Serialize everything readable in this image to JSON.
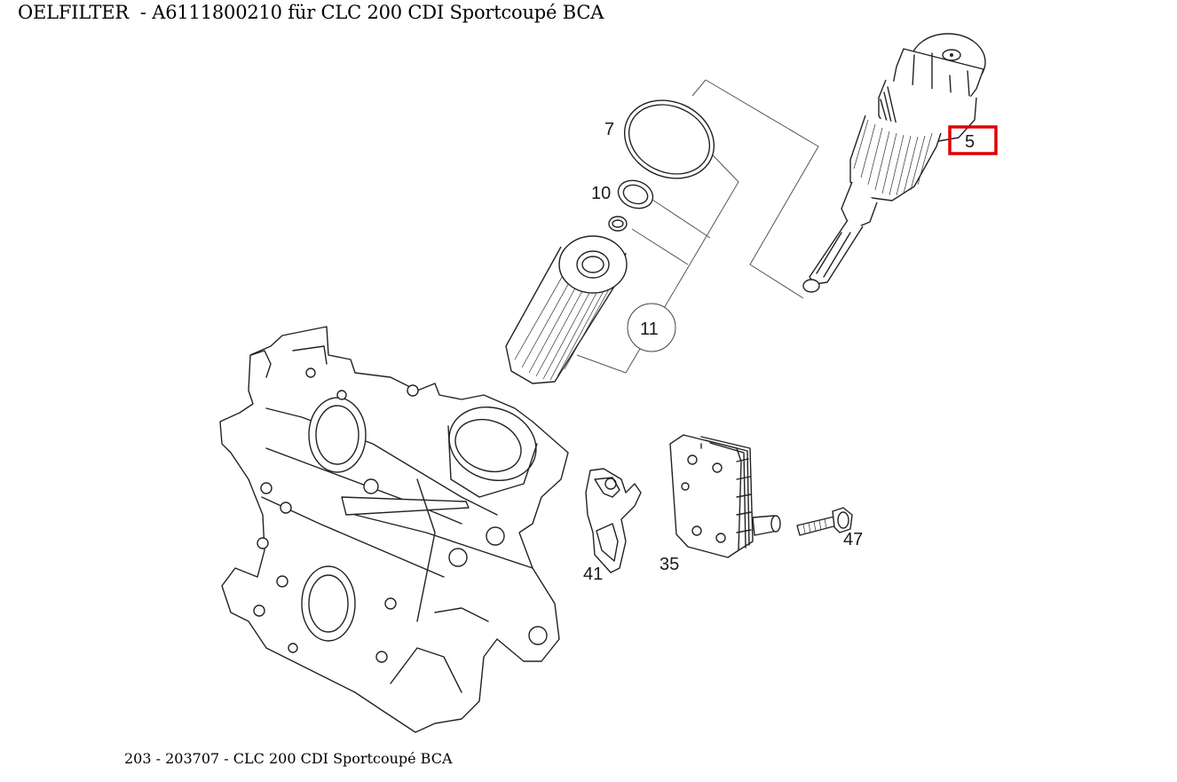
{
  "title": "OELFILTER  - A6111800210 für CLC 200 CDI Sportcoupé BCA",
  "caption": "203 - 203707 - CLC 200 CDI Sportcoupé BCA",
  "highlight_color": "#e00000",
  "parts": {
    "p5": "5",
    "p7": "7",
    "p10": "10",
    "p11": "11",
    "p35": "35",
    "p41": "41",
    "p47": "47"
  }
}
